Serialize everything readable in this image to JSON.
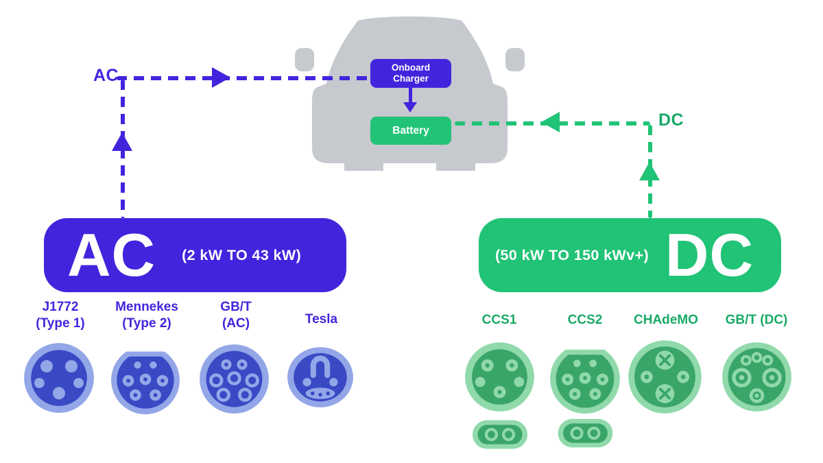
{
  "car": {
    "onboard_charger_label": "Onboard\nCharger",
    "battery_label": "Battery"
  },
  "flow": {
    "ac_label": "AC",
    "dc_label": "DC"
  },
  "ac_section": {
    "title": "AC",
    "range": "(2 kW TO 43 kW)",
    "connectors": [
      {
        "label": "J1772\n(Type 1)"
      },
      {
        "label": "Mennekes\n(Type 2)"
      },
      {
        "label": "GB/T\n(AC)"
      },
      {
        "label": "Tesla"
      }
    ]
  },
  "dc_section": {
    "title": "DC",
    "range": "(50 kW TO 150 kWv+)",
    "connectors": [
      {
        "label": "CCS1"
      },
      {
        "label": "CCS2"
      },
      {
        "label": "CHAdeMO"
      },
      {
        "label": "GB/T (DC)"
      }
    ]
  },
  "colors": {
    "purple": "#4324dd",
    "purple_light": "#93a6e8",
    "purple_dark": "#3a49c4",
    "green": "#21c376",
    "green_text": "#19aa66",
    "green_light": "#90d9ab",
    "green_dark": "#3aa569",
    "car_gray": "#c6c9ce"
  }
}
